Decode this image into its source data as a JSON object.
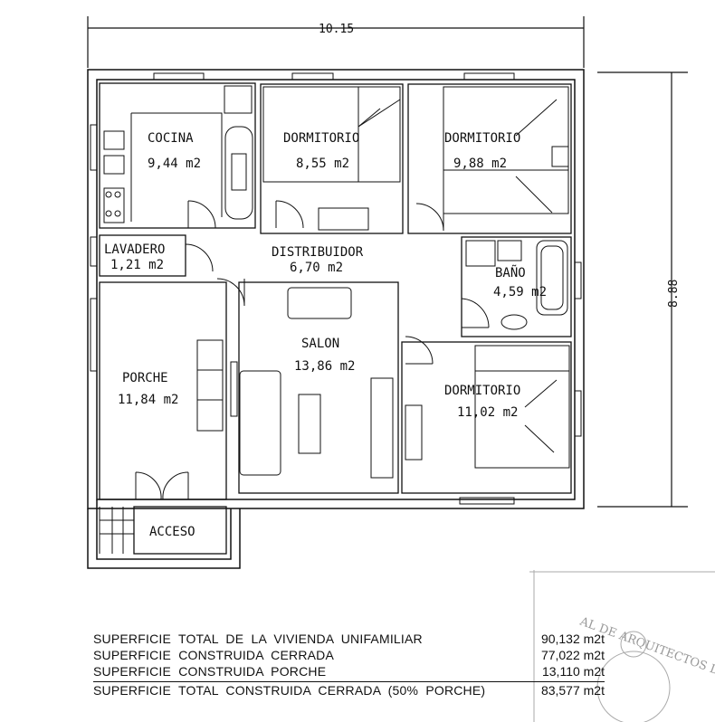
{
  "dimensions": {
    "width": "10.15",
    "height": "8.88"
  },
  "rooms": {
    "cocina": {
      "name": "COCINA",
      "area": "9,44 m2"
    },
    "dormitorio1": {
      "name": "DORMITORIO",
      "area": "8,55 m2"
    },
    "dormitorio2": {
      "name": "DORMITORIO",
      "area": "9,88 m2"
    },
    "lavadero": {
      "name": "LAVADERO",
      "area": "1,21 m2"
    },
    "distribuidor": {
      "name": "DISTRIBUIDOR",
      "area": "6,70 m2"
    },
    "bano": {
      "name": "BAÑO",
      "area": "4,59 m2"
    },
    "porche": {
      "name": "PORCHE",
      "area": "11,84 m2"
    },
    "salon": {
      "name": "SALON",
      "area": "13,86 m2"
    },
    "dormitorio3": {
      "name": "DORMITORIO",
      "area": "11,02 m2"
    },
    "acceso": {
      "name": "ACCESO"
    }
  },
  "summary": [
    {
      "label": "SUPERFICIE  TOTAL  DE  LA  VIVIENDA  UNIFAMILIAR",
      "value": "90,132  m2t"
    },
    {
      "label": "SUPERFICIE  CONSTRUIDA  CERRADA",
      "value": "77,022  m2t"
    },
    {
      "label": "SUPERFICIE  CONSTRUIDA  PORCHE",
      "value": "13,110  m2t"
    },
    {
      "label": "SUPERFICIE  TOTAL  CONSTRUIDA  CERRADA  (50%  PORCHE)",
      "value": "83,577  m2t"
    }
  ],
  "stamp": {
    "text": "AL DE ARQUITECTOS DE"
  }
}
